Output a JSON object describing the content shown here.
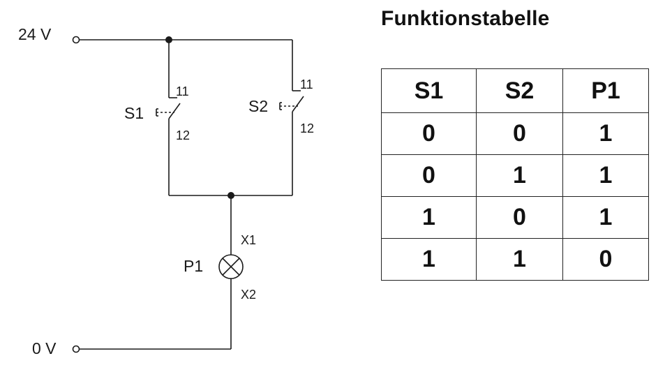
{
  "circuit": {
    "supply_top": "24 V",
    "supply_bottom": "0 V",
    "switch_1": {
      "name": "S1",
      "terminal_top": "11",
      "terminal_bottom": "12"
    },
    "switch_2": {
      "name": "S2",
      "terminal_top": "11",
      "terminal_bottom": "12"
    },
    "lamp": {
      "name": "P1",
      "terminal_top": "X1",
      "terminal_bottom": "X2"
    },
    "colors": {
      "wire": "#1a1a1a",
      "background": "#ffffff"
    }
  },
  "table": {
    "title": "Funktionstabelle",
    "headers": [
      "S1",
      "S2",
      "P1"
    ],
    "rows": [
      [
        "0",
        "0",
        "1"
      ],
      [
        "0",
        "1",
        "1"
      ],
      [
        "1",
        "0",
        "1"
      ],
      [
        "1",
        "1",
        "0"
      ]
    ]
  }
}
